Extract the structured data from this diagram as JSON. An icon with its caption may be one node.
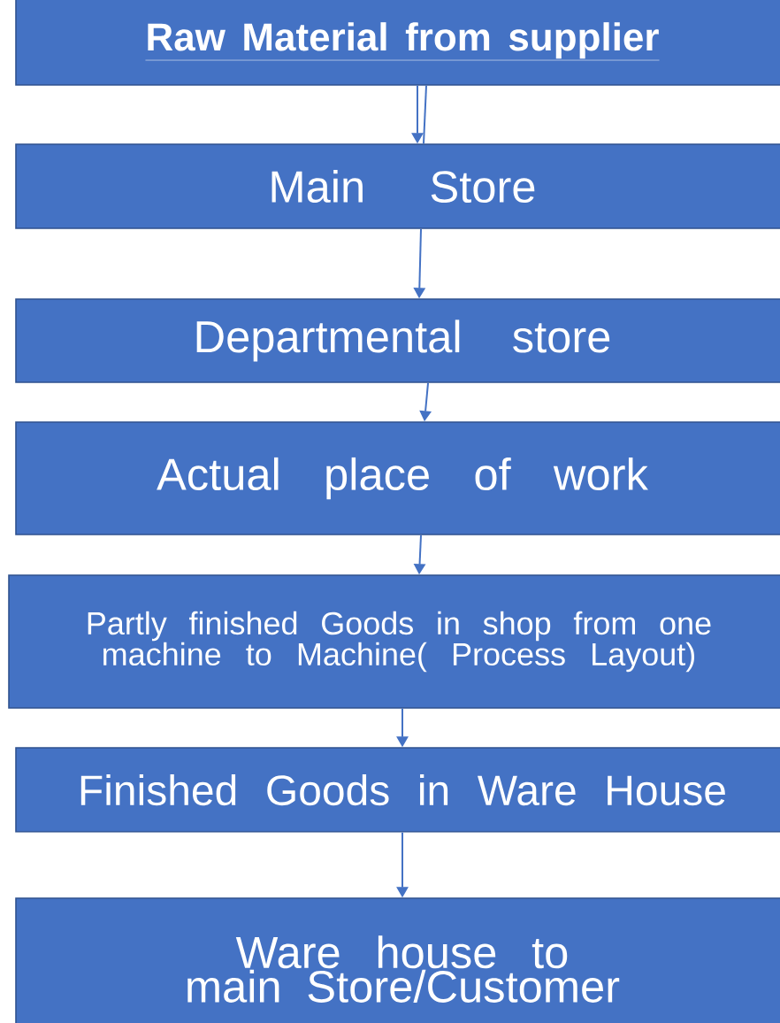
{
  "diagram": {
    "nodes": [
      {
        "text": [
          "Raw Material from supplier"
        ]
      },
      {
        "text": [
          "Main Store"
        ]
      },
      {
        "text": [
          "Departmental store"
        ]
      },
      {
        "text": [
          "Actual place of work"
        ]
      },
      {
        "text": [
          "Partly finished Goods in shop from one machine to Machine( Process Layout)"
        ]
      },
      {
        "text": [
          "Finished Goods in Ware House"
        ]
      },
      {
        "text": [
          "Ware house to main Store/Customer"
        ]
      }
    ],
    "edges": [
      {
        "from": 0,
        "to": 1,
        "arrow": "to"
      },
      {
        "from": 0,
        "to": 1,
        "arrow": "none"
      },
      {
        "from": 1,
        "to": 2,
        "arrow": "to"
      },
      {
        "from": 2,
        "to": 3,
        "arrow": "to"
      },
      {
        "from": 3,
        "to": 4,
        "arrow": "to"
      },
      {
        "from": 4,
        "to": 5,
        "arrow": "to"
      },
      {
        "from": 5,
        "to": 6,
        "arrow": "to"
      }
    ]
  }
}
